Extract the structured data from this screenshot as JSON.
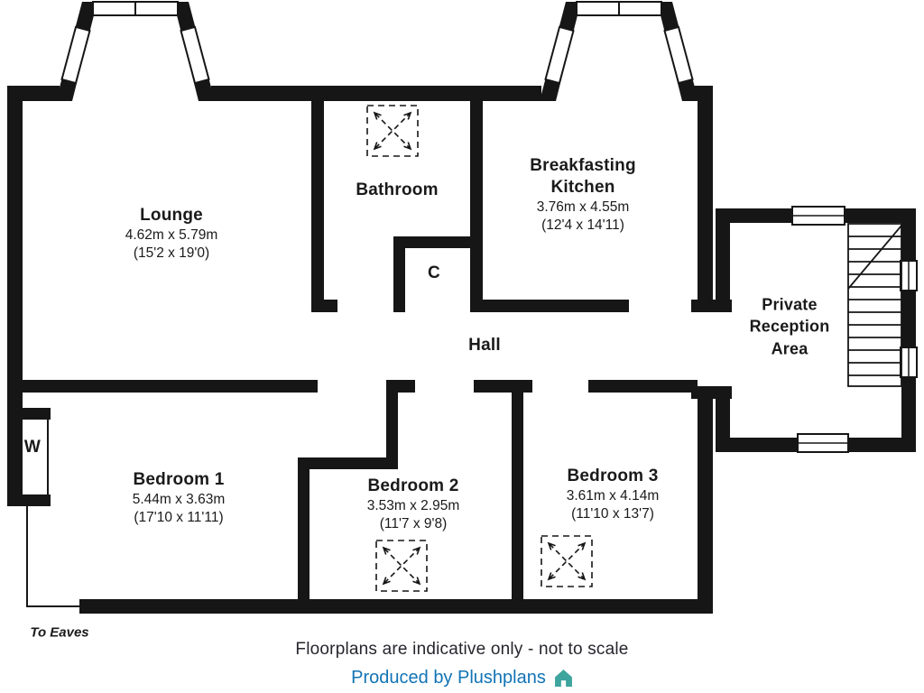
{
  "rooms": {
    "lounge": {
      "name": "Lounge",
      "metric": "4.62m x 5.79m",
      "imperial": "(15'2 x 19'0)"
    },
    "bathroom": {
      "name": "Bathroom"
    },
    "kitchen": {
      "name": "Breakfasting Kitchen",
      "metric": "3.76m x 4.55m",
      "imperial": "(12'4 x 14'11)"
    },
    "cupboard": {
      "name": "C"
    },
    "hall": {
      "name": "Hall"
    },
    "reception": {
      "name": "Private Reception Area"
    },
    "wardrobe": {
      "name": "W"
    },
    "bedroom1": {
      "name": "Bedroom 1",
      "metric": "5.44m x 3.63m",
      "imperial": "(17'10 x 11'11)"
    },
    "bedroom2": {
      "name": "Bedroom 2",
      "metric": "3.53m x 2.95m",
      "imperial": "(11'7 x 9'8)"
    },
    "bedroom3": {
      "name": "Bedroom 3",
      "metric": "3.61m x 4.14m",
      "imperial": "(11'10 x 13'7)"
    }
  },
  "annotations": {
    "to_eaves": "To Eaves"
  },
  "footer": {
    "disclaimer": "Floorplans are indicative only - not to scale",
    "credit": "Produced by Plushplans"
  },
  "colors": {
    "wall": "#161616",
    "credit_blue": "#1273b5",
    "logo_teal": "#3da49e",
    "text": "#1a1a1a"
  }
}
